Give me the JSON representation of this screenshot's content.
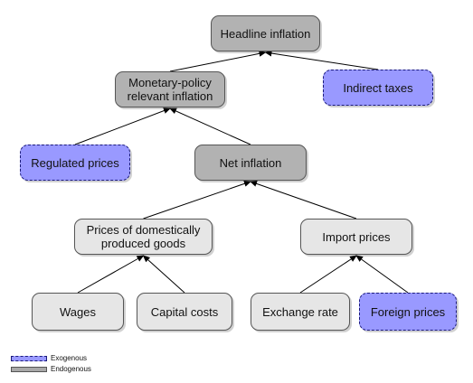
{
  "nodes": {
    "headline_inflation": {
      "label": "Headline inflation",
      "type": "endogenous"
    },
    "monetary_policy_inflation": {
      "label": "Monetary-policy\nrelevant inflation",
      "type": "endogenous"
    },
    "indirect_taxes": {
      "label": "Indirect taxes",
      "type": "exogenous"
    },
    "regulated_prices": {
      "label": "Regulated prices",
      "type": "exogenous"
    },
    "net_inflation": {
      "label": "Net inflation",
      "type": "endogenous"
    },
    "domestic_goods_prices": {
      "label": "Prices of domestically\nproduced goods",
      "type": "endogenous"
    },
    "import_prices": {
      "label": "Import prices",
      "type": "endogenous"
    },
    "wages": {
      "label": "Wages",
      "type": "endogenous"
    },
    "capital_costs": {
      "label": "Capital costs",
      "type": "endogenous"
    },
    "exchange_rate": {
      "label": "Exchange rate",
      "type": "endogenous"
    },
    "foreign_prices": {
      "label": "Foreign prices",
      "type": "exogenous"
    }
  },
  "edges": [
    {
      "from": "monetary_policy_inflation",
      "to": "headline_inflation"
    },
    {
      "from": "indirect_taxes",
      "to": "headline_inflation"
    },
    {
      "from": "regulated_prices",
      "to": "monetary_policy_inflation"
    },
    {
      "from": "net_inflation",
      "to": "monetary_policy_inflation"
    },
    {
      "from": "domestic_goods_prices",
      "to": "net_inflation"
    },
    {
      "from": "import_prices",
      "to": "net_inflation"
    },
    {
      "from": "wages",
      "to": "domestic_goods_prices"
    },
    {
      "from": "capital_costs",
      "to": "domestic_goods_prices"
    },
    {
      "from": "exchange_rate",
      "to": "import_prices"
    },
    {
      "from": "foreign_prices",
      "to": "import_prices"
    }
  ],
  "legend": {
    "exogenous": "Exogenous",
    "endogenous": "Endogenous"
  },
  "colors": {
    "exogenous_fill": "#9999ff",
    "endogenous_fill": "#b2b2b2",
    "arrow": "#000000"
  }
}
